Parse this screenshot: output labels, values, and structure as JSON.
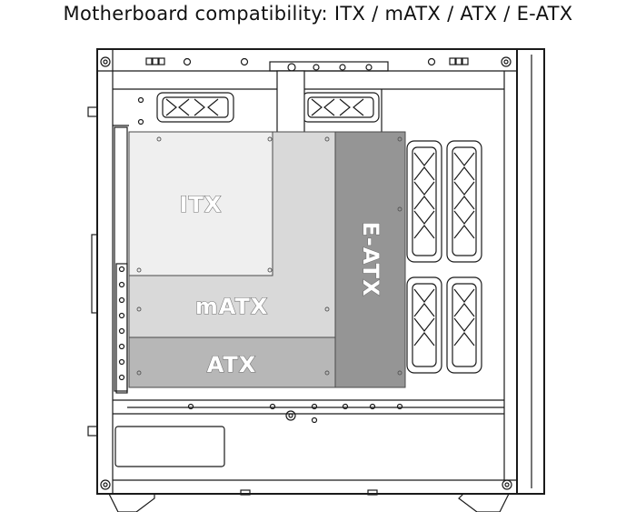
{
  "title": "Motherboard compatibility: ITX / mATX / ATX / E-ATX",
  "form_factors": [
    {
      "key": "itx",
      "label": "ITX",
      "color": "#efefef"
    },
    {
      "key": "matx",
      "label": "mATX",
      "color": "#d9d9d9"
    },
    {
      "key": "atx",
      "label": "ATX",
      "color": "#b7b7b7"
    },
    {
      "key": "eatx",
      "label": "E-ATX",
      "color": "#959595"
    }
  ],
  "colors": {
    "line": "#1a1a1a",
    "background": "#ffffff"
  }
}
